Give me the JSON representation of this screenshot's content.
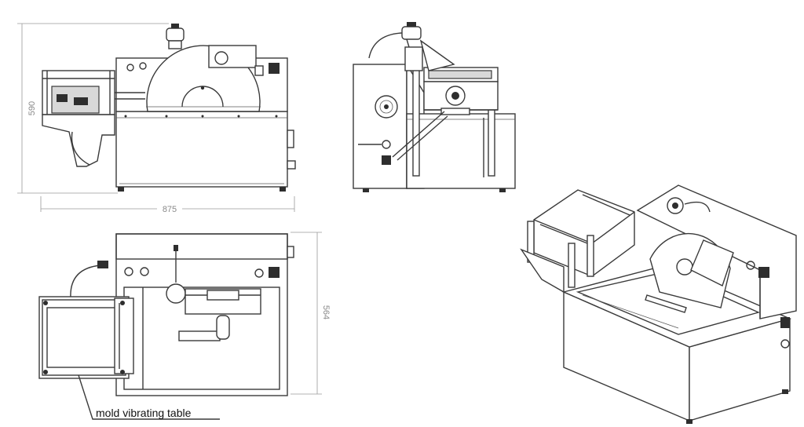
{
  "colors": {
    "line": "#3a3a3a",
    "dimension": "#9a9a9a",
    "text": "#111111"
  },
  "dimensions": {
    "height": "590",
    "width": "875",
    "depth": "564"
  },
  "callout": {
    "label": "mold vibrating table"
  }
}
